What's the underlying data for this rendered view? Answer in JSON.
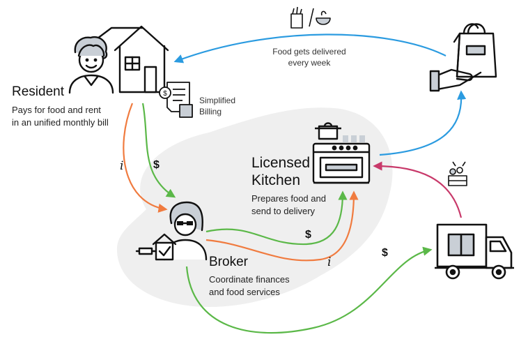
{
  "resident": {
    "title": "Resident",
    "desc_line1": "Pays for food and rent",
    "desc_line2": "in an unified monthly bill"
  },
  "billing": {
    "line1": "Simplified",
    "line2": "Billing"
  },
  "kitchen": {
    "title_line1": "Licensed",
    "title_line2": "Kitchen",
    "desc_line1": "Prepares food and",
    "desc_line2": "send to delivery"
  },
  "broker": {
    "title": "Broker",
    "desc_line1": "Coordinate finances",
    "desc_line2": "and food services"
  },
  "delivery": {
    "line1": "Food gets delivered",
    "line2": "every week"
  },
  "symbols": {
    "info_resident_broker": "i",
    "money_resident_broker": "$",
    "money_broker_kitchen": "$",
    "info_broker_kitchen": "i",
    "money_broker_truck": "$"
  },
  "colors": {
    "info_flow": "#f07b3f",
    "money_flow": "#5bb848",
    "delivery_flow": "#2b9be0",
    "supply_flow": "#c8396a",
    "blob": "#efefef",
    "accent_fill": "#c9cfd6"
  }
}
